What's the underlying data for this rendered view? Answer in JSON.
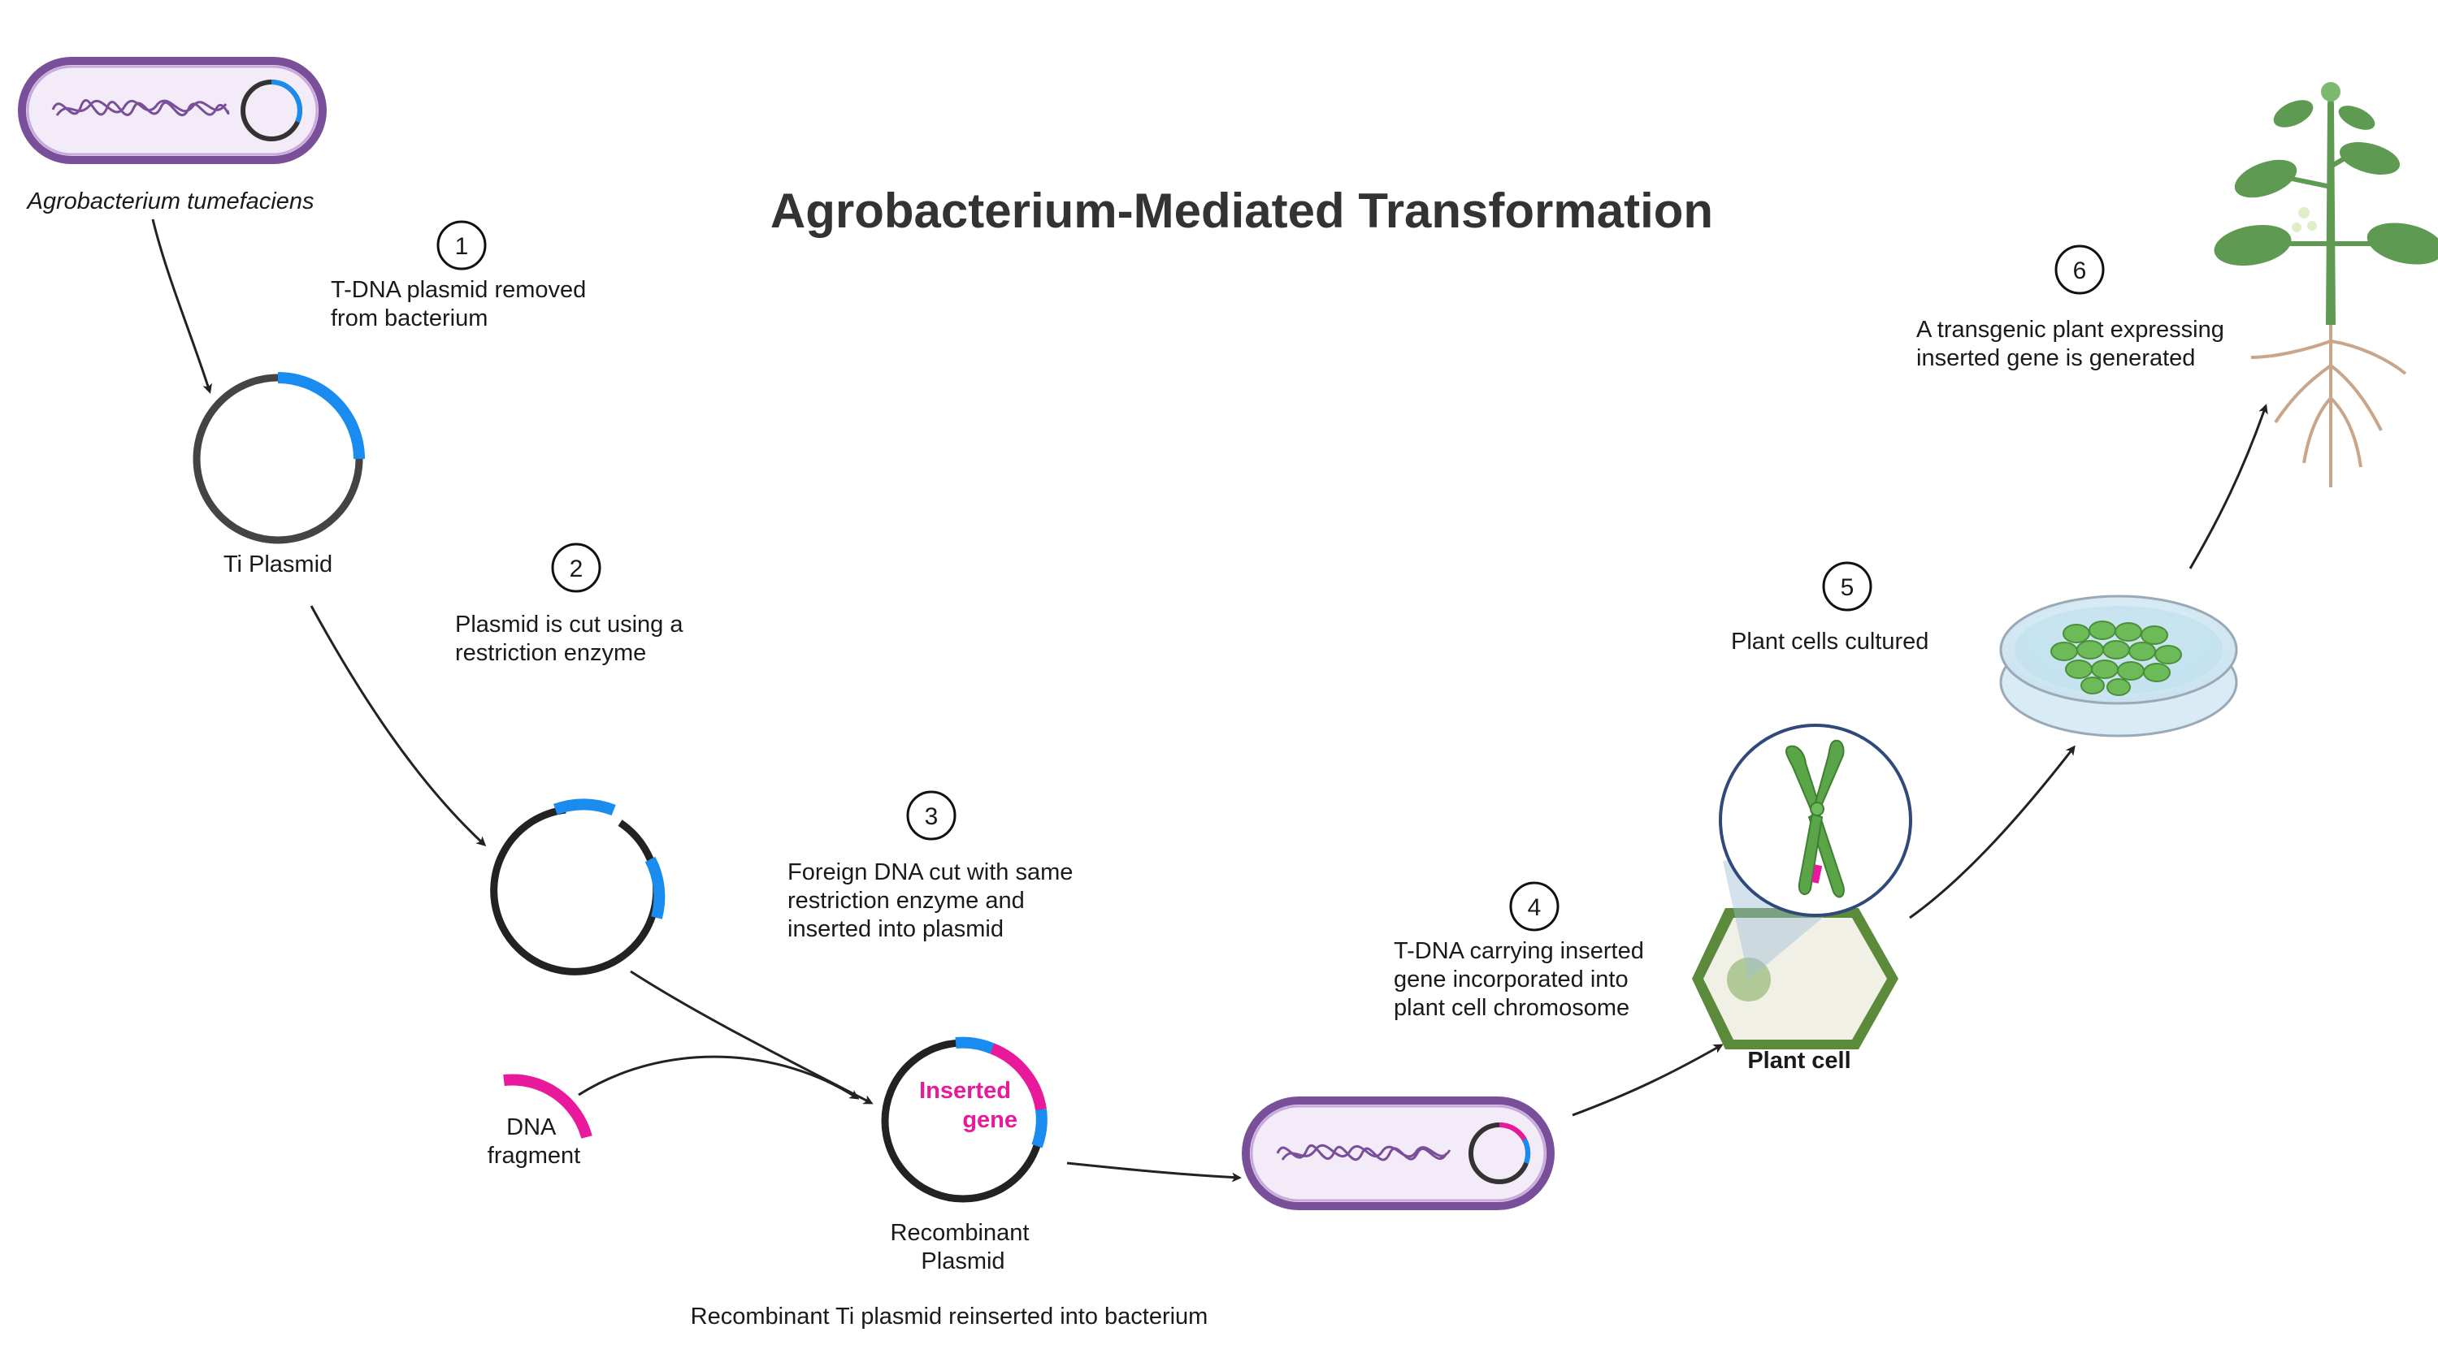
{
  "title": "Agrobacterium-Mediated Transformation",
  "bacterium_label": "Agrobacterium tumefaciens",
  "steps": [
    {
      "number": "1",
      "lines": [
        "T-DNA plasmid removed",
        "from bacterium"
      ]
    },
    {
      "number": "2",
      "lines": [
        "Plasmid is cut using a",
        "restriction enzyme"
      ]
    },
    {
      "number": "3",
      "lines": [
        "Foreign DNA cut with same",
        "restriction enzyme and",
        "inserted into plasmid"
      ]
    },
    {
      "number": "4",
      "lines": [
        "T-DNA carrying  inserted",
        "gene  incorporated into",
        "plant cell chromosome"
      ]
    },
    {
      "number": "5",
      "lines": [
        "Plant cells cultured"
      ]
    },
    {
      "number": "6",
      "lines": [
        "A transgenic plant expressing",
        "inserted gene is generated"
      ]
    }
  ],
  "labels": {
    "ti_plasmid": "Ti Plasmid",
    "dna_fragment": [
      "DNA",
      "fragment"
    ],
    "inserted_gene": [
      "Inserted",
      "gene"
    ],
    "recombinant_plasmid": [
      "Recombinant",
      "Plasmid"
    ],
    "reinserted": "Recombinant Ti plasmid  reinserted into  bacterium",
    "plant_cell": "Plant cell"
  },
  "colors": {
    "tdna_blue": "#1a8cf0",
    "insert_magenta": "#e8199a",
    "bacterium_outline": "#7a4f9a",
    "bacterium_fill": "#f3ecf8",
    "chromosome_green": "#5aa548",
    "cell_outline": "#5b8a3a"
  }
}
